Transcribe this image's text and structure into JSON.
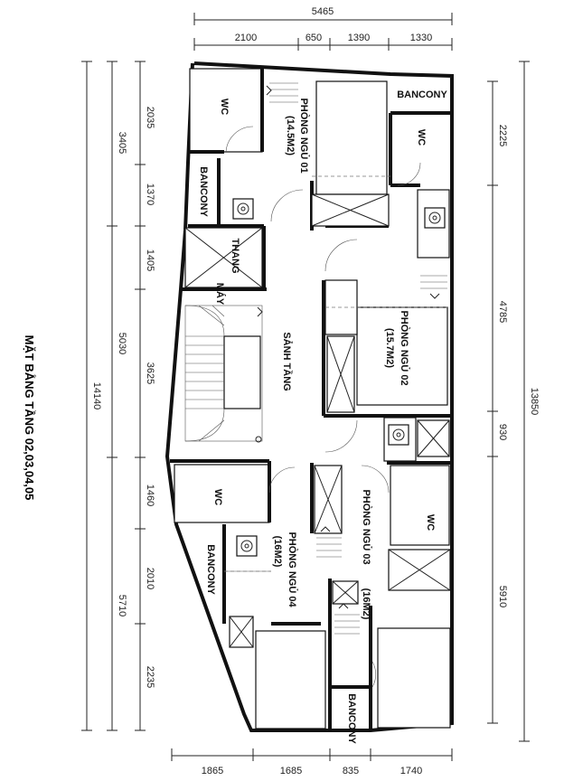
{
  "title": "MẶT BẰNG TẦNG 02,03,04,05",
  "dimensions": {
    "top_total": "5465",
    "top": [
      "2100",
      "650",
      "1390",
      "1330"
    ],
    "bottom": [
      "1865",
      "1685",
      "835",
      "1740"
    ],
    "left_outer": [
      "3405",
      "5030",
      "5710"
    ],
    "left_total": "14140",
    "left_inner": [
      "2035",
      "1370",
      "1405",
      "3625",
      "1460",
      "2010",
      "2235"
    ],
    "right_total": "13850",
    "right": [
      "2225",
      "4785",
      "930",
      "5910"
    ]
  },
  "rooms": {
    "wc1": "WC",
    "bedroom1": [
      "PHÒNG NGỦ 01",
      "(14.5M2)"
    ],
    "balcony_top": "BANCONY",
    "wc2": "WC",
    "balcony_left": "BANCONY",
    "elevator": [
      "THANG",
      "MÁY"
    ],
    "lobby": "SẢNH TẦNG",
    "bedroom2": [
      "PHÒNG NGỦ 02",
      "(15.7M2)"
    ],
    "wc3": "WC",
    "bedroom3": [
      "PHÒNG NGỦ 03",
      "(16M2)"
    ],
    "wc4": "WC",
    "balcony_lower_left": "BANCONY",
    "bedroom4": [
      "PHÒNG NGỦ 04",
      "(16M2)"
    ],
    "balcony_bottom": "BANCONY"
  }
}
